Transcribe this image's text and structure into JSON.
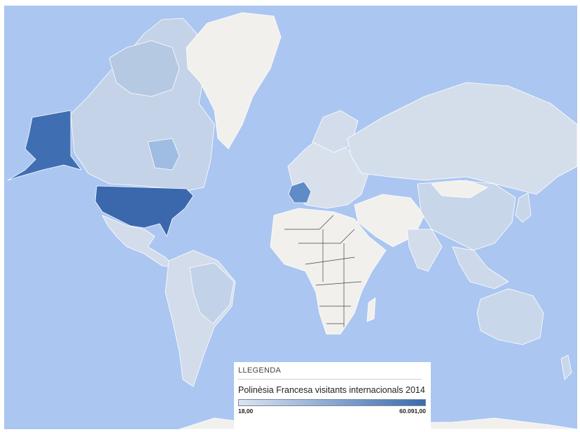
{
  "legend": {
    "heading": "LLEGENDA",
    "title": "Polinèsia Francesa visitants internacionals 2014",
    "min_label": "18,00",
    "max_label": "60.091,00",
    "min_value": 18,
    "max_value": 60091,
    "color_low": "#dbe4f0",
    "color_high": "#3b6bae"
  },
  "colors": {
    "ocean": "#abc6f1",
    "no_data": "#f1f0ec",
    "low": "#d2dcea",
    "mid_low": "#b6c9e3",
    "mid": "#8fb0dc",
    "high": "#3f6fb2",
    "highest": "#3b68ad"
  }
}
